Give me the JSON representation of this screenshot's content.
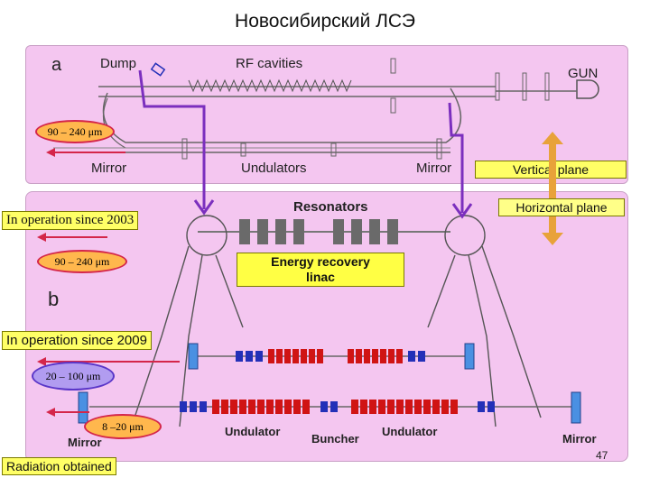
{
  "title": "Новосибирский ЛСЭ",
  "panel_a": {
    "letter": "a",
    "dump": "Dump",
    "rf_cavities": "RF cavities",
    "gun": "GUN",
    "wavelength": "90 – 240 μm",
    "mirror_left": "Mirror",
    "undulators": "Undulators",
    "mirror_right": "Mirror",
    "vertical_plane": "Vertical plane"
  },
  "panel_b": {
    "letter": "b",
    "resonators": "Resonators",
    "horizontal_plane": "Horizontal plane",
    "operation_2003": "In operation since 2003",
    "wavelength_1": "90 – 240 μm",
    "energy_recovery": "Energy recovery\nlinac",
    "operation_2009": "In operation since 2009",
    "wavelength_2": "20 – 100 μm",
    "wavelength_3": "8 –20 μm",
    "mirror_bottom_left": "Mirror",
    "undulator_left": "Undulator",
    "buncher": "Buncher",
    "undulator_right": "Undulator",
    "mirror_bottom_right": "Mirror",
    "radiation_obtained": "Radiation obtained"
  },
  "slide_number": "47",
  "colors": {
    "panel": "#f4c6f0",
    "yellow": "#ffff66",
    "orange": "#ffb74d",
    "purple": "#7b2fbe",
    "red": "#d4264a",
    "blue_magnet": "#2330b8",
    "red_undulator": "#d01414"
  }
}
